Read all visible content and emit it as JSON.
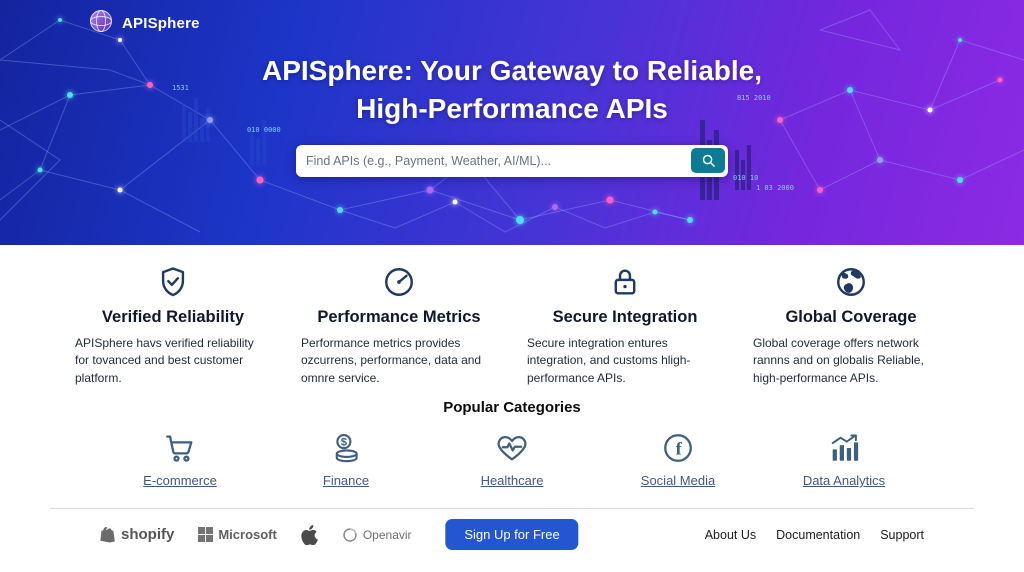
{
  "brand": {
    "name": "APISphere"
  },
  "hero": {
    "title_line1": "APISphere: Your Gateway to Reliable,",
    "title_line2": "High-Performance APIs",
    "search_placeholder": "Find APIs (e.g., Payment, Weather, AI/ML)...",
    "codes": [
      "1531",
      "010 0000",
      "815 2010",
      "010 10",
      "1 03 2000"
    ]
  },
  "features": [
    {
      "icon": "shield-check-icon",
      "title": "Verified Reliability",
      "description": "APISphere havs verified reliability for tovanced and best customer platform."
    },
    {
      "icon": "gauge-icon",
      "title": "Performance Metrics",
      "description": "Performance metrics provides ozcurrens, performance, data and omnre service."
    },
    {
      "icon": "lock-icon",
      "title": "Secure Integration",
      "description": "Secure integration entures integration, and customs hligh-performance APIs."
    },
    {
      "icon": "globe-icon",
      "title": "Global Coverage",
      "description": "Global coverage offers network rannns and on globalis Reliable, high-performance APIs."
    }
  ],
  "categories": {
    "heading": "Popular Categories",
    "items": [
      {
        "icon": "cart-icon",
        "label": "E-commerce"
      },
      {
        "icon": "coins-icon",
        "label": "Finance"
      },
      {
        "icon": "heart-pulse-icon",
        "label": "Healthcare"
      },
      {
        "icon": "facebook-icon",
        "label": "Social Media"
      },
      {
        "icon": "bar-chart-icon",
        "label": "Data Analytics"
      }
    ]
  },
  "footer": {
    "partners": [
      {
        "name": "shopify",
        "label": "shopify"
      },
      {
        "name": "microsoft",
        "label": "Microsoft"
      },
      {
        "name": "apple",
        "label": ""
      },
      {
        "name": "openavir",
        "label": "Openavir"
      }
    ],
    "cta_label": "Sign Up for Free",
    "links": [
      "About Us",
      "Documentation",
      "Support"
    ]
  },
  "colors": {
    "hero_gradient_start": "#14249e",
    "hero_gradient_end": "#8c2ae4",
    "search_button": "#0c7b93",
    "feature_icon": "#1e3a5f",
    "category_icon": "#3e5f7e",
    "category_link": "#3d5a80",
    "cta_button": "#2356d0"
  }
}
